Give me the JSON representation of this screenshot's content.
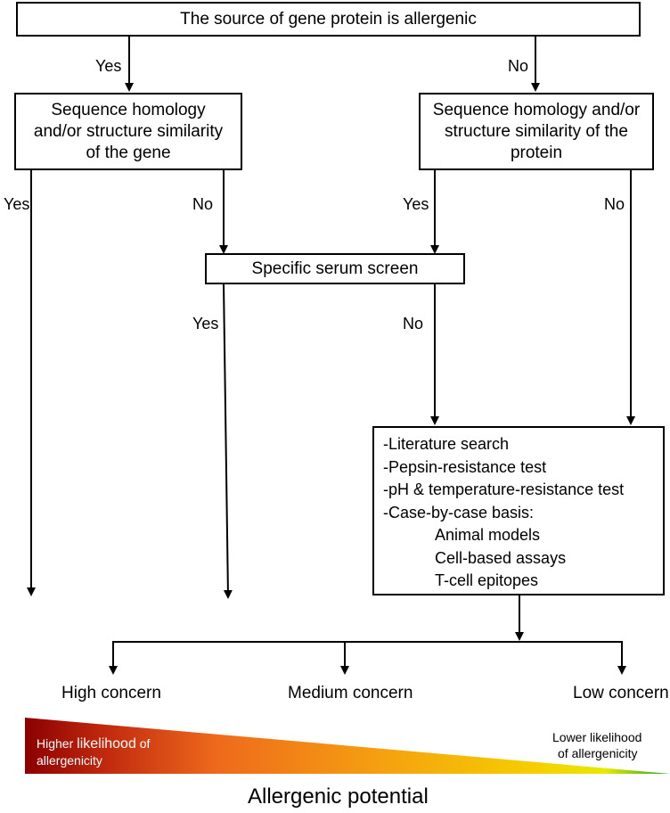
{
  "nodes": {
    "source": "The source of gene protein is allergenic",
    "gene_homology": [
      "Sequence homology",
      "and/or structure similarity",
      "of the gene"
    ],
    "protein_homology": [
      "Sequence homology and/or",
      "structure similarity of the",
      "protein"
    ],
    "serum": "Specific serum screen",
    "tests": {
      "items": [
        "-Literature search",
        "-Pepsin-resistance test",
        "-pH & temperature-resistance test",
        "-Case-by-case basis:"
      ],
      "sub_items": [
        "Animal models",
        "Cell-based assays",
        "T-cell epitopes"
      ]
    }
  },
  "edge_labels": {
    "source_yes": "Yes",
    "source_no": "No",
    "gene_yes": "Yes",
    "gene_no": "No",
    "protein_yes": "Yes",
    "protein_no": "No",
    "serum_yes": "Yes",
    "serum_no": "No"
  },
  "outcomes": {
    "high": "High concern",
    "medium": "Medium concern",
    "low": "Low concern"
  },
  "gradient": {
    "left_text_a": "Higher ",
    "left_text_b": "likelihood",
    "left_text_c": " of",
    "left_text_d": "allergenicity",
    "right_text_1": "Lower likelihood",
    "right_text_2": "of allergenicity",
    "axis_title": "Allergenic potential",
    "colors": [
      "#8b0000",
      "#d93a10",
      "#f08020",
      "#f5a010",
      "#f5d000",
      "#e8e800",
      "#2eaa2e"
    ]
  }
}
